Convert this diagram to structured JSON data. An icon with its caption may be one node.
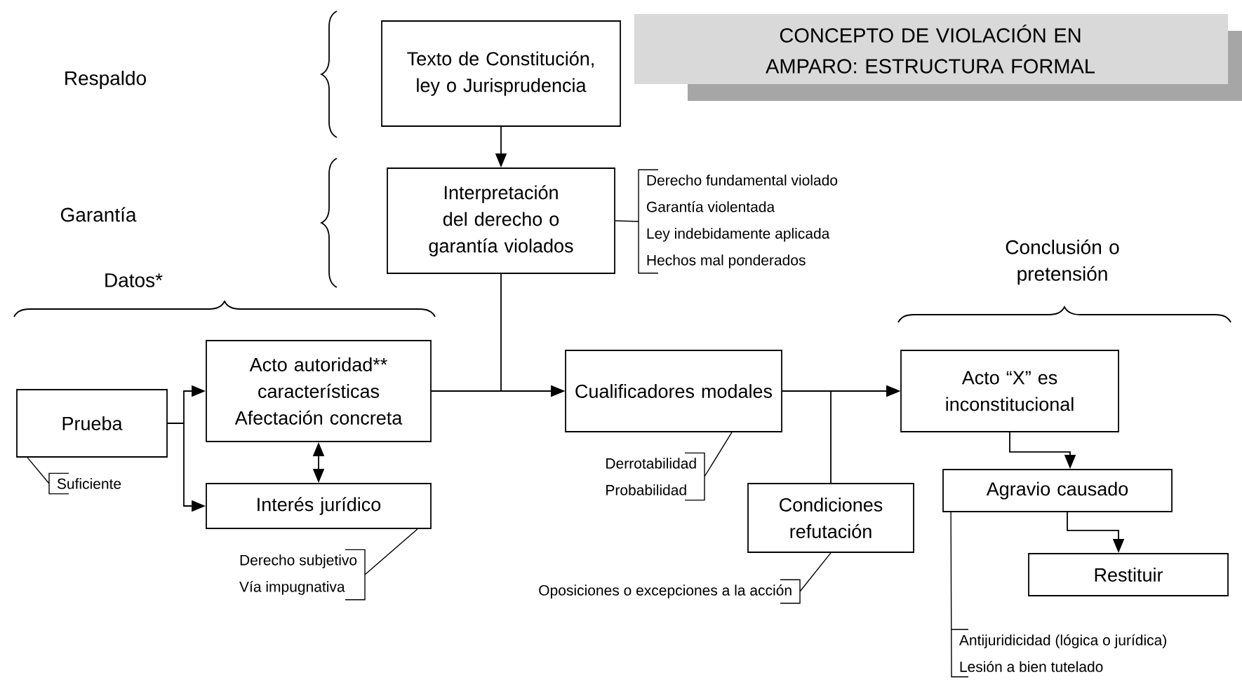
{
  "diagram": {
    "title": "CONCEPTO DE VIOLACIÓN EN AMPARO: ESTRUCTURA FORMAL",
    "nodes": [
      {
        "text": [
          "Texto de Constitución, ley o Jurisprudencia"
        ]
      },
      {
        "text": [
          "Interpretación del derecho o garantía violados"
        ]
      },
      {
        "text": [
          "Prueba"
        ]
      },
      {
        "text": [
          "Acto autoridad** características Afectación concreta"
        ]
      },
      {
        "text": [
          "Interés jurídico"
        ]
      },
      {
        "text": [
          "Cualificadores modales"
        ]
      },
      {
        "text": [
          "Condiciones refutación"
        ]
      },
      {
        "text": [
          "Acto “X” es inconstitucional"
        ]
      },
      {
        "text": [
          "Agravio causado"
        ]
      },
      {
        "text": [
          "Restituir"
        ]
      },
      {
        "text": [
          "Derecho fundamental violado",
          "Garantía violentada",
          "Ley indebidamente aplicada",
          "Hechos mal ponderados"
        ]
      },
      {
        "text": [
          "Suficiente"
        ]
      },
      {
        "text": [
          "Derecho subjetivo",
          "Vía impugnativa"
        ]
      },
      {
        "text": [
          "Derrotabilidad",
          "Probabilidad"
        ]
      },
      {
        "text": [
          "Oposiciones o excepciones a la acción"
        ]
      },
      {
        "text": [
          "Antijuridicidad  (lógica o jurídica)",
          "Lesión a bien tutelado"
        ]
      }
    ],
    "edges": [
      {
        "from": 0,
        "to": 1,
        "arrow": "to"
      },
      {
        "from": 1,
        "to": 5,
        "arrow": "to"
      },
      {
        "from": 2,
        "to": 3,
        "arrow": "to"
      },
      {
        "from": 2,
        "to": 4,
        "arrow": "to"
      },
      {
        "from": 3,
        "to": 4,
        "arrow": "both"
      },
      {
        "from": 3,
        "to": 5,
        "arrow": "to"
      },
      {
        "from": 5,
        "to": 7,
        "arrow": "to"
      },
      {
        "from": 6,
        "to": 7,
        "arrow": "to"
      },
      {
        "from": 7,
        "to": 8,
        "arrow": "to"
      },
      {
        "from": 8,
        "to": 9,
        "arrow": "to"
      },
      {
        "from": 1,
        "to": 10,
        "arrow": "none"
      },
      {
        "from": 2,
        "to": 11,
        "arrow": "none"
      },
      {
        "from": 4,
        "to": 12,
        "arrow": "none"
      },
      {
        "from": 5,
        "to": 13,
        "arrow": "none"
      },
      {
        "from": 6,
        "to": 14,
        "arrow": "none"
      },
      {
        "from": 8,
        "to": 15,
        "arrow": "none"
      }
    ],
    "labels": [
      "Respaldo",
      "Garantía",
      "Datos*",
      "Conclusión o pretensión"
    ]
  }
}
